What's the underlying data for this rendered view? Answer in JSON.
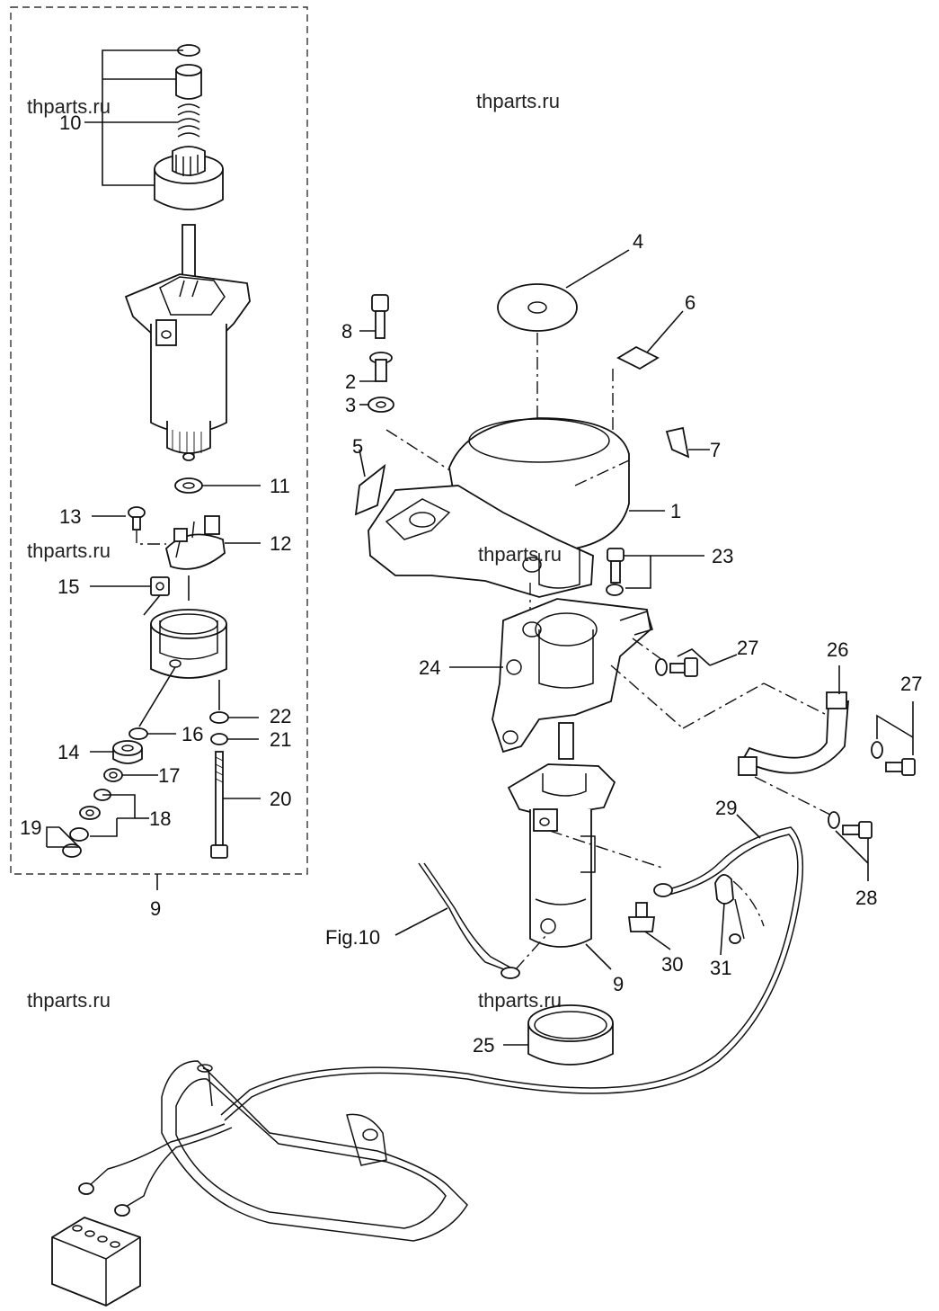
{
  "watermarks": [
    "thparts.ru",
    "thparts.ru",
    "thparts.ru",
    "thparts.ru",
    "thparts.ru",
    "thparts.ru"
  ],
  "callouts": {
    "c1": "1",
    "c2": "2",
    "c3": "3",
    "c4": "4",
    "c5": "5",
    "c6": "6",
    "c7": "7",
    "c8": "8",
    "c9_box": "9",
    "c9_motor": "9",
    "c10": "10",
    "c11": "11",
    "c12": "12",
    "c13": "13",
    "c14": "14",
    "c15": "15",
    "c16": "16",
    "c17": "17",
    "c18": "18",
    "c19": "19",
    "c20": "20",
    "c21": "21",
    "c22": "22",
    "c23": "23",
    "c24": "24",
    "c25": "25",
    "c26": "26",
    "c27a": "27",
    "c27b": "27",
    "c28": "28",
    "c29": "29",
    "c30": "30",
    "c31": "31",
    "fig": "Fig.10"
  }
}
